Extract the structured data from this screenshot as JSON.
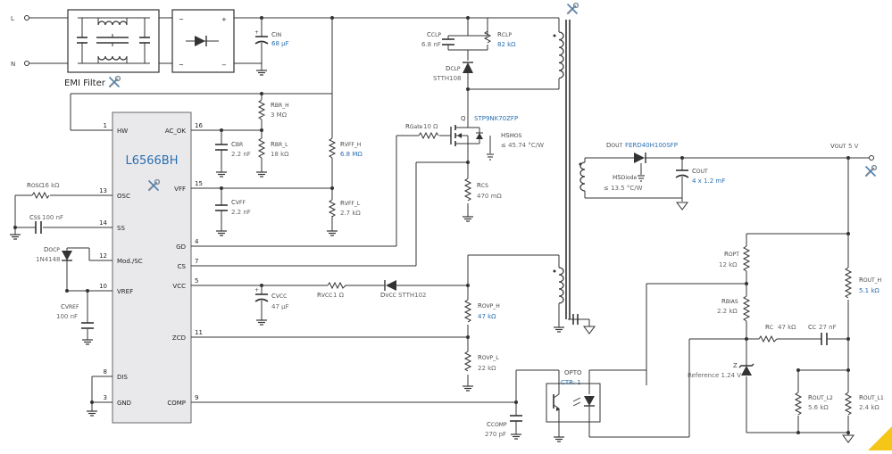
{
  "inputs": {
    "line": "L",
    "neutral": "N"
  },
  "emi_filter": {
    "label": "EMI Filter"
  },
  "bridge": {
    "ac1": "~",
    "ac2": "~",
    "plus": "+",
    "minus": "−"
  },
  "ic": {
    "name": "L6566BH",
    "pins_left": [
      {
        "num": "1",
        "name": "HW"
      },
      {
        "num": "13",
        "name": "OSC"
      },
      {
        "num": "14",
        "name": "SS"
      },
      {
        "num": "12",
        "name": "Mod./SC"
      },
      {
        "num": "10",
        "name": "VREF"
      },
      {
        "num": "8",
        "name": "DIS"
      },
      {
        "num": "3",
        "name": "GND"
      }
    ],
    "pins_right": [
      {
        "num": "16",
        "name": "AC_OK"
      },
      {
        "num": "15",
        "name": "VFF"
      },
      {
        "num": "4",
        "name": "GD"
      },
      {
        "num": "7",
        "name": "CS"
      },
      {
        "num": "5",
        "name": "VCC"
      },
      {
        "num": "11",
        "name": "ZCD"
      },
      {
        "num": "9",
        "name": "COMP"
      }
    ]
  },
  "components": {
    "cin": {
      "ref": "C",
      "sub": "IN",
      "value": "68 µF"
    },
    "cclp": {
      "ref": "C",
      "sub": "CLP",
      "value": "6.8 nF"
    },
    "rclp": {
      "ref": "R",
      "sub": "CLP",
      "value": "82 kΩ"
    },
    "dclp": {
      "ref": "D",
      "sub": "CLP",
      "value": "STTH108"
    },
    "rbr_h": {
      "ref": "R",
      "sub": "BR_H",
      "value": "3 MΩ"
    },
    "cbr": {
      "ref": "C",
      "sub": "BR",
      "value": "2.2 nF"
    },
    "rbr_l": {
      "ref": "R",
      "sub": "BR_L",
      "value": "18 kΩ"
    },
    "rvff_h": {
      "ref": "R",
      "sub": "VFF_H",
      "value": "6.8 MΩ"
    },
    "cvff": {
      "ref": "C",
      "sub": "VFF",
      "value": "2.2 nF"
    },
    "rvff_l": {
      "ref": "R",
      "sub": "VFF_L",
      "value": "2.7 kΩ"
    },
    "rgate": {
      "ref": "R",
      "sub": "Gate",
      "value": "10 Ω"
    },
    "q": {
      "ref": "Q",
      "value": "STP9NK70ZFP"
    },
    "hsmos": {
      "ref": "HS",
      "sub": "MOS",
      "value": "≤ 45.74 °C/W"
    },
    "rcs": {
      "ref": "R",
      "sub": "CS",
      "value": "470 mΩ"
    },
    "dout": {
      "ref": "D",
      "sub": "OUT",
      "value": "FERD40H100SFP"
    },
    "hsdiode": {
      "ref": "HS",
      "sub": "Diode",
      "value": "≤ 13.5 °C/W"
    },
    "cout": {
      "ref": "C",
      "sub": "OUT",
      "value": "4 x 1.2 mF"
    },
    "vout": {
      "ref": "V",
      "sub": "OUT",
      "value": "5 V"
    },
    "rosc": {
      "ref": "R",
      "sub": "OSC",
      "value": "16 kΩ"
    },
    "css": {
      "ref": "C",
      "sub": "SS",
      "value": "100 nF"
    },
    "docp": {
      "ref": "D",
      "sub": "OCP",
      "value": "1N4148"
    },
    "cvref": {
      "ref": "C",
      "sub": "VREF",
      "value": "100 nF"
    },
    "cvcc": {
      "ref": "C",
      "sub": "VCC",
      "value": "47 µF"
    },
    "rvcc": {
      "ref": "R",
      "sub": "VCC",
      "value": "1 Ω"
    },
    "dvcc": {
      "ref": "D",
      "sub": "VCC",
      "value": "STTH102"
    },
    "rovp_h": {
      "ref": "R",
      "sub": "OVP_H",
      "value": "47 kΩ"
    },
    "rovp_l": {
      "ref": "R",
      "sub": "OVP_L",
      "value": "22 kΩ"
    },
    "ccomp": {
      "ref": "C",
      "sub": "COMP",
      "value": "270 pF"
    },
    "opto": {
      "ref": "OPTO",
      "value": "CTR: 1"
    },
    "ropt": {
      "ref": "R",
      "sub": "OPT",
      "value": "12 kΩ"
    },
    "rbias": {
      "ref": "R",
      "sub": "BIAS",
      "value": "2.2 kΩ"
    },
    "rc": {
      "ref": "R",
      "sub": "C",
      "value": "47 kΩ"
    },
    "cc": {
      "ref": "C",
      "sub": "C",
      "value": "27 nF"
    },
    "z": {
      "ref": "Z",
      "value": "Reference 1.24 V"
    },
    "rout_h": {
      "ref": "R",
      "sub": "OUT_H",
      "value": "5.1 kΩ"
    },
    "rout_l2": {
      "ref": "R",
      "sub": "OUT_L2",
      "value": "5.6 kΩ"
    },
    "rout_l1": {
      "ref": "R",
      "sub": "OUT_L1",
      "value": "2.4 kΩ"
    }
  },
  "icons": [
    "wrench-screwdriver-icon"
  ],
  "colors": {
    "accent": "#2a6fb0",
    "wire": "#333333",
    "chip_fill": "#e9e9ec"
  }
}
